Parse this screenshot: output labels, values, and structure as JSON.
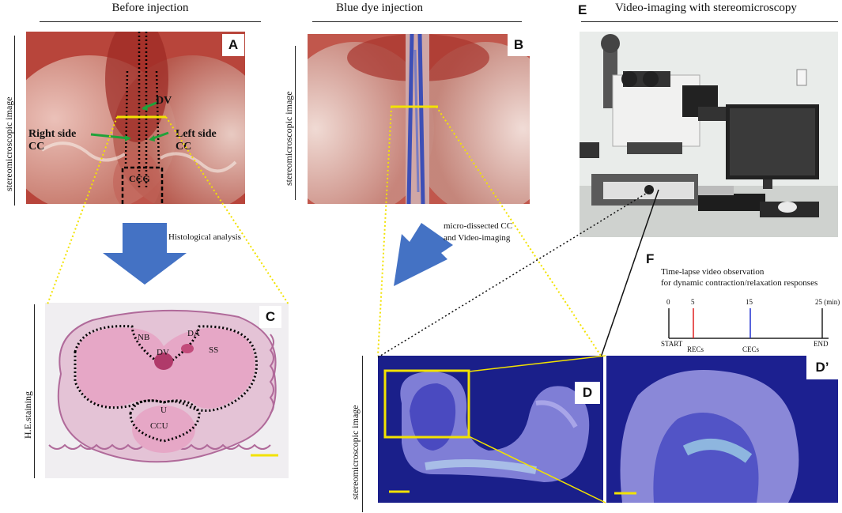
{
  "headers": {
    "before": "Before injection",
    "blue": "Blue dye injection",
    "video_letter": "E",
    "video": "Video-imaging with stereomicroscopy"
  },
  "side_labels": {
    "a": "stereomicroscopic image",
    "b": "stereomicroscopic image",
    "c": "H.E.staining",
    "d": "stereomicroscopic image"
  },
  "panels": {
    "a": "A",
    "b": "B",
    "c": "C",
    "d": "D",
    "d_prime": "D’",
    "f": "F"
  },
  "panel_a_labels": {
    "dv": "DV",
    "right": "Right side",
    "right_cc": "CC",
    "left": "Left side",
    "left_cc": "CC",
    "ccg": "CCG"
  },
  "panel_c_labels": {
    "nb": "NB",
    "da": "DA",
    "dv": "DV",
    "ss": "SS",
    "u": "U",
    "ccu": "CCU"
  },
  "arrows": {
    "histology": "Histological analysis",
    "micro_line1": "micro-dissected CC",
    "micro_line2": "and Video-imaging"
  },
  "timeline": {
    "title_line1": "Time-lapse video observation",
    "title_line2": "for dynamic contraction/relaxation responses",
    "ticks": [
      {
        "value": "0",
        "label": "START",
        "color": "#222222"
      },
      {
        "value": "5",
        "label": "RECs",
        "color": "#e02020"
      },
      {
        "value": "15",
        "label": "CECs",
        "color": "#2030d0"
      },
      {
        "value": "25 (min)",
        "label": "END",
        "color": "#222222"
      }
    ]
  },
  "colors": {
    "yellow": "#f2e200",
    "arrow_blue": "#4472c4",
    "green": "#1fa23a"
  }
}
